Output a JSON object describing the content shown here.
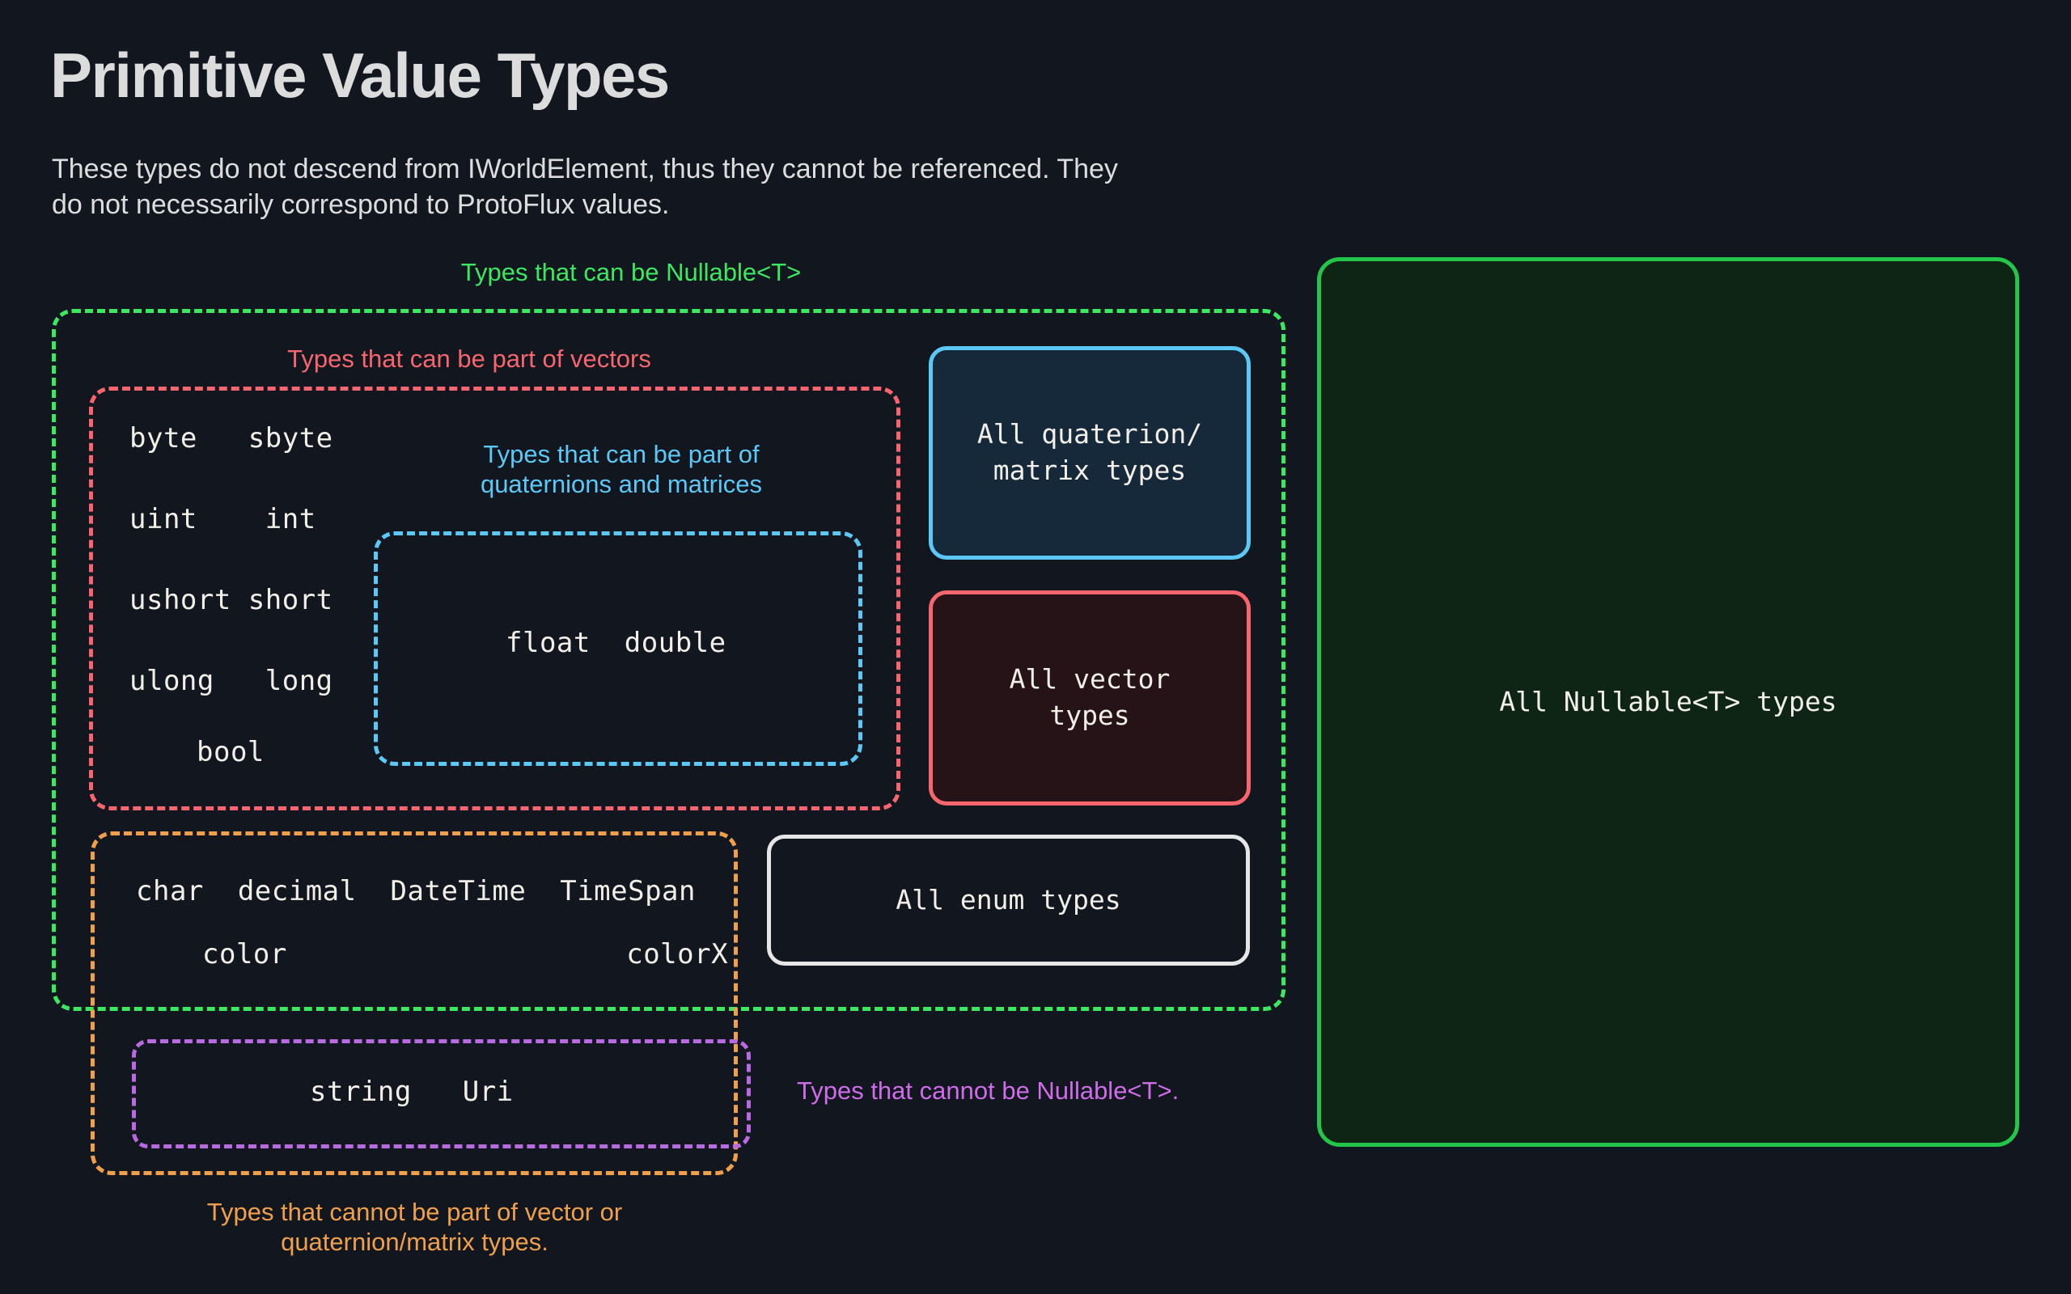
{
  "header": {
    "title": "Primitive Value Types",
    "subtitle": "These types do not descend from IWorldElement, thus they cannot be referenced. They do not necessarily correspond to ProtoFlux values."
  },
  "groups": {
    "nullable_capable": {
      "label": "Types that can be Nullable<T>",
      "color": "#3ce85f"
    },
    "vector_capable": {
      "label": "Types that can be part of vectors",
      "color": "#f7666f",
      "rows": [
        "byte   sbyte",
        "uint    int",
        "ushort short",
        "ulong   long",
        "bool"
      ]
    },
    "quaternion_matrix_capable": {
      "label": "Types that can be part of\nquaternions and matrices",
      "color": "#5bc8f5",
      "types": "float  double"
    },
    "not_vector_capable": {
      "label": "Types that cannot be part of vector or\nquaternion/matrix types.",
      "color": "#f0a04b",
      "rows": [
        "char  decimal  DateTime  TimeSpan",
        "color                    colorX"
      ]
    },
    "not_nullable": {
      "label": "Types that cannot be Nullable<T>.",
      "color": "#cf6ce8",
      "types": "string   Uri"
    }
  },
  "boxes": {
    "quaternion_matrix": {
      "text": "All quaterion/\nmatrix types",
      "border_color": "#5bc8f5",
      "fill_color": "#16293a"
    },
    "vector": {
      "text": "All vector\ntypes",
      "border_color": "#f7666f",
      "fill_color": "#251318"
    },
    "enum": {
      "text": "All enum types",
      "border_color": "#e6e6e6",
      "fill_color": "transparent"
    },
    "nullable": {
      "text": "All Nullable<T> types",
      "border_color": "#23c64b",
      "fill_color": "#0d2512"
    }
  },
  "background_color": "#11161f"
}
